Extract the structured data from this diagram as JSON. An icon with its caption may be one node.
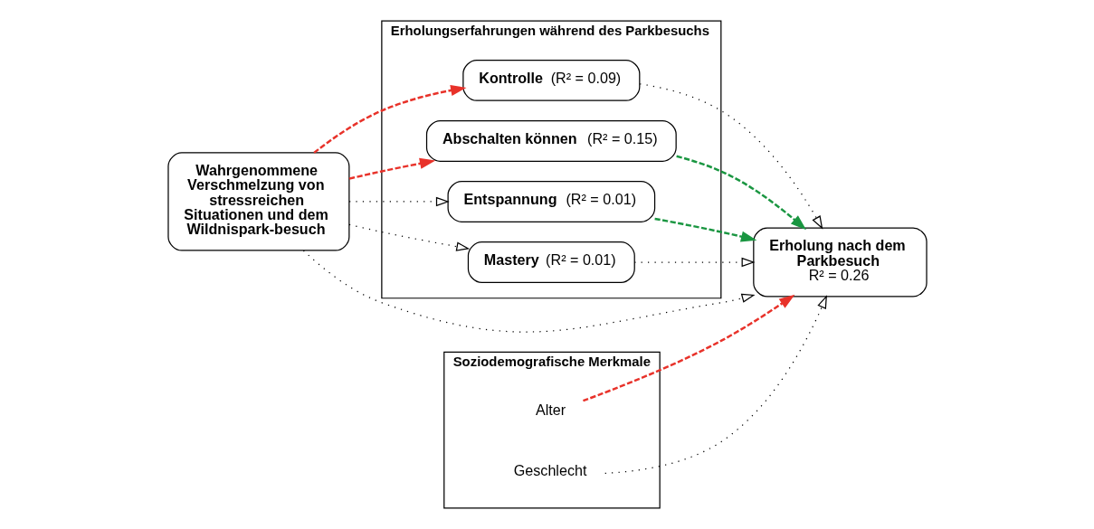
{
  "diagram": {
    "nodes": [
      {
        "text": [
          "**Wahrgenommene Verschmelzung von stressreichen Situationen und dem Wildnispark-besuch**"
        ]
      },
      {
        "text": [
          "Erholungserfahrungen während des Parkbesuchs"
        ]
      },
      {
        "text": [
          "**Kontrolle** (R² = 0.09)"
        ],
        "in": 1
      },
      {
        "text": [
          "**Abschalten können** (R² = 0.15)"
        ],
        "in": 1
      },
      {
        "text": [
          "**Entspannung** (R² = 0.01)"
        ],
        "in": 1
      },
      {
        "text": [
          "**Mastery** (R² = 0.01)"
        ],
        "in": 1
      },
      {
        "text": [
          "**Erholung nach dem Parkbesuch**",
          "R² = 0.26"
        ]
      },
      {
        "text": [
          "Soziodemografische Merkmale"
        ]
      },
      {
        "text": [
          "Alter"
        ],
        "in": 7
      },
      {
        "text": [
          "Geschlecht"
        ],
        "in": 7
      }
    ],
    "edges": [
      {
        "from": 0,
        "to": 2,
        "arrow": "to",
        "style": "dashed",
        "color": "#e8322a"
      },
      {
        "from": 0,
        "to": 3,
        "arrow": "to",
        "style": "dashed",
        "color": "#e8322a"
      },
      {
        "from": 0,
        "to": 4,
        "arrow": "to"
      },
      {
        "from": 0,
        "to": 5,
        "arrow": "to"
      },
      {
        "from": 2,
        "to": 6,
        "arrow": "to"
      },
      {
        "from": 3,
        "to": 6,
        "arrow": "to",
        "style": "dashed",
        "color": "#1a9641"
      },
      {
        "from": 4,
        "to": 6,
        "arrow": "to",
        "style": "dashed",
        "color": "#1a9641"
      },
      {
        "from": 5,
        "to": 6,
        "arrow": "to"
      },
      {
        "from": 8,
        "to": 6,
        "arrow": "to",
        "style": "dashed",
        "color": "#e8322a"
      },
      {
        "from": 9,
        "to": 6,
        "arrow": "to"
      },
      {
        "from": 0,
        "to": 6,
        "arrow": "to"
      }
    ]
  }
}
